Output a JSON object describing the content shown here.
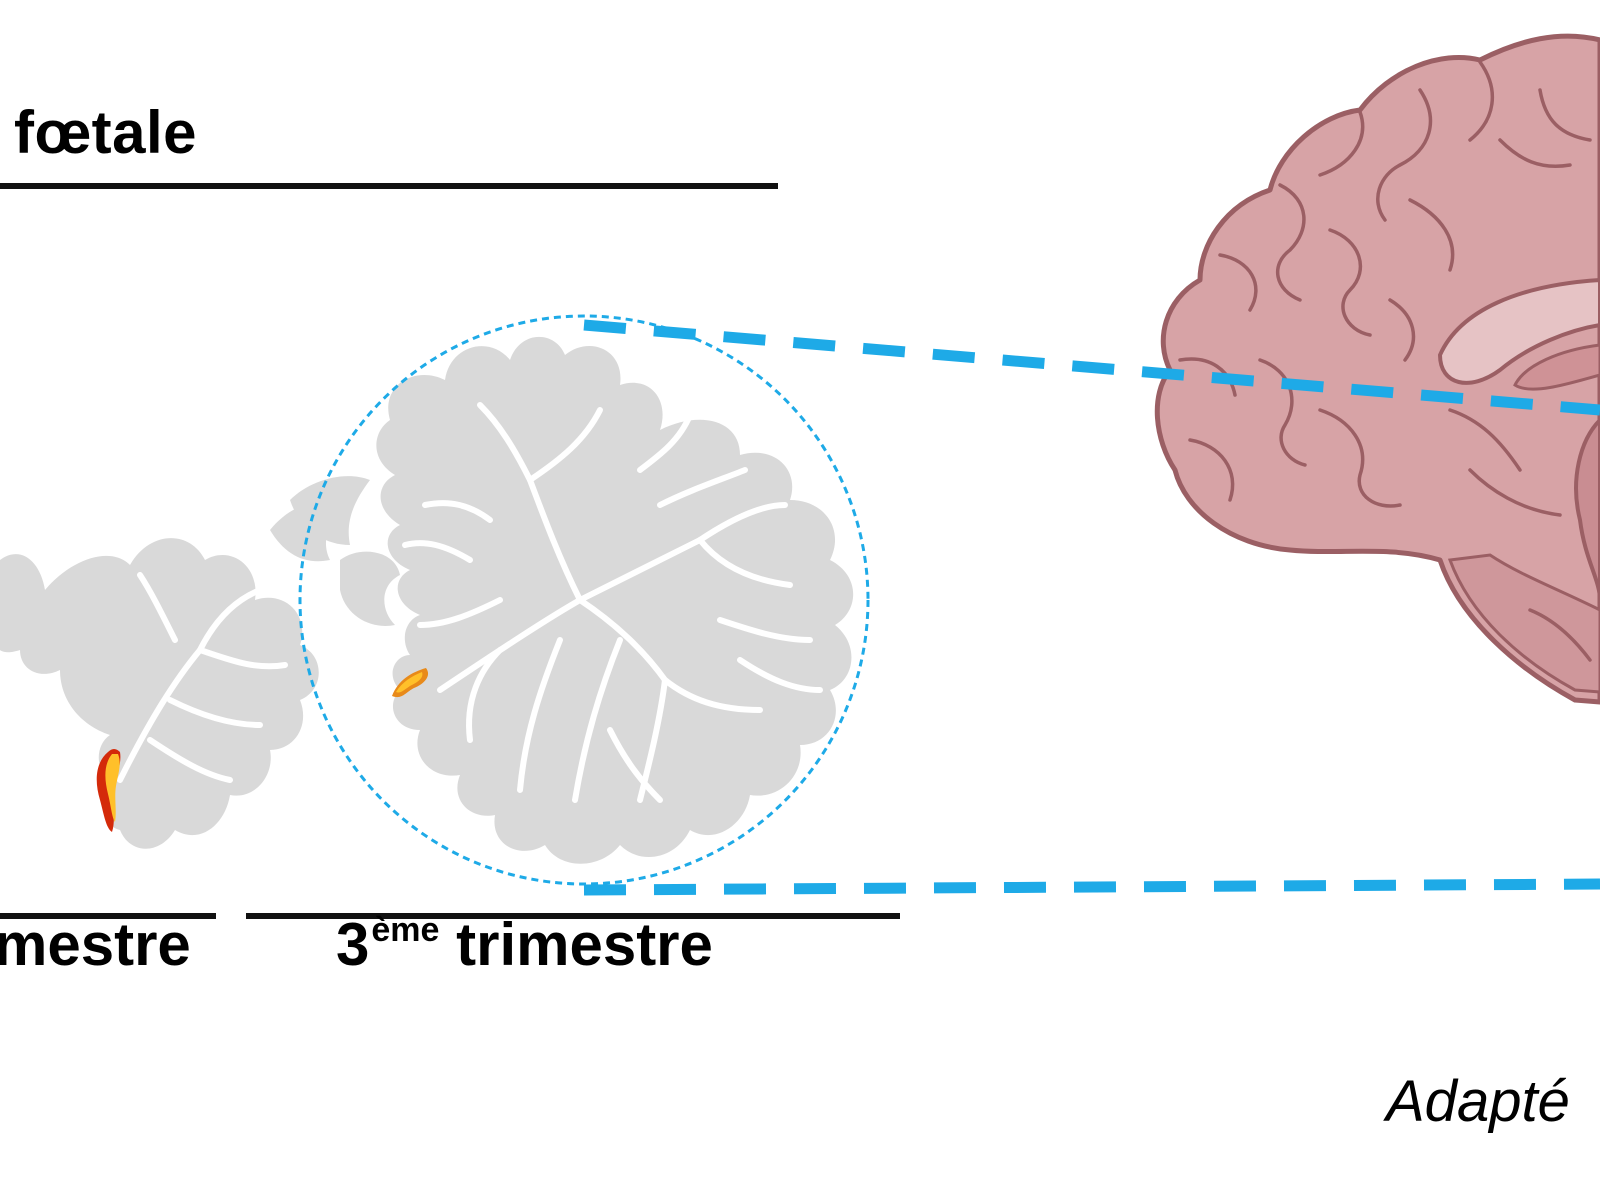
{
  "header": {
    "title": "fœtale"
  },
  "stages": {
    "left_label": "mestre",
    "third_prefix": "3",
    "third_sup": "ème",
    "third_suffix": " trimestre"
  },
  "source": {
    "text": "Adapté"
  },
  "colors": {
    "text": "#000000",
    "divider": "#111111",
    "zoom_guide": "#1eaae7",
    "cerebellum_tissue": "#d9d9d9",
    "brain_fill": "#d7a3a6",
    "brain_stroke": "#9b5f64",
    "brain_inner": "#e6c3c5",
    "germinal_outer": "#d42a0a",
    "germinal_inner": "#ffc02a"
  },
  "icons": {
    "brain": "brain-sagittal-icon",
    "cerebellum_second": "cerebellum-small-icon",
    "cerebellum_third": "cerebellum-large-icon"
  }
}
